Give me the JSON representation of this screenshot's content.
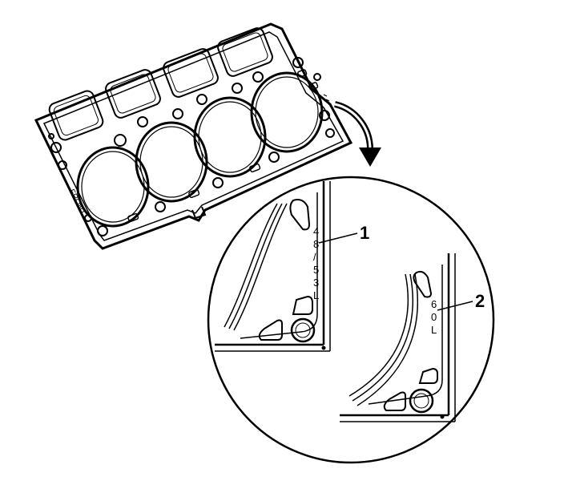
{
  "gasket": {
    "front_marking": "FRONT"
  },
  "callouts": [
    {
      "number": "1"
    },
    {
      "number": "2"
    }
  ],
  "detail_1": {
    "stamp_chars": [
      "4",
      "8",
      "/",
      "5",
      "3",
      "L"
    ]
  },
  "detail_2": {
    "stamp_chars": [
      "6",
      "0",
      "L"
    ]
  }
}
